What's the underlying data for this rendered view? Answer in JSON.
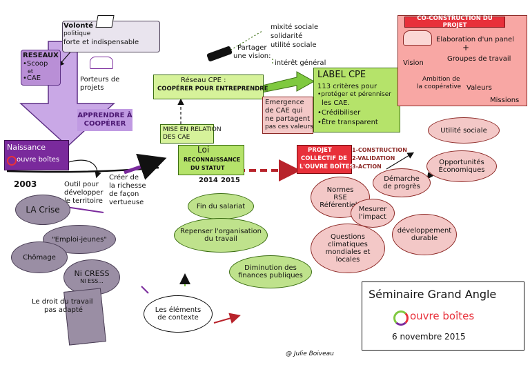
{
  "top_left": {
    "volonte": [
      "Volonté",
      "politique",
      "forte et indispensable"
    ],
    "reseaux": [
      "RESEAUX",
      "•Scoop",
      "et",
      "•CAE"
    ],
    "porteurs": [
      "Porteurs de",
      "projets"
    ],
    "apprendre": "APPRENDRE À COOPÉRER"
  },
  "timeline": {
    "naissance": "Naissance",
    "brand": "ouvre boîtes",
    "year_2003": "2003",
    "year_2014": "2014",
    "year_2015": "2015",
    "outil": [
      "Outil pour",
      "développer",
      "le territoire"
    ],
    "creer": [
      "Créer de",
      "la richesse",
      "de façon",
      "vertueuse"
    ],
    "mise_en_relation": [
      "MISE EN RELATION",
      "DES CAE"
    ],
    "loi": [
      "Loi",
      "RECONNAISSANCE",
      "DU STATUT"
    ]
  },
  "reseau_cpe": {
    "title": "Réseau CPE :",
    "subtitle": "COOPÉRER POUR ENTREPRENDRE",
    "partager": [
      "Partager",
      "une vision:"
    ],
    "vision_items": [
      "mixité sociale",
      "solidarité",
      "utilité sociale",
      "intérêt général"
    ]
  },
  "label_cpe": {
    "title": "LABEL CPE",
    "body": [
      "113 critères pour",
      "•protéger et pérenniser",
      "les CAE.",
      "•Crédibiliser",
      "•Être transparent"
    ],
    "emergence": [
      "Emergence",
      "de CAE qui",
      "ne partagent",
      "pas ces valeurs"
    ]
  },
  "coconstruction": {
    "title": "CO-CONSTRUCTION DU PROJET",
    "elaboration": "Elaboration d'un panel",
    "plus": "+",
    "groupes": "Groupes de travail",
    "vision": "Vision",
    "ambition": [
      "Ambition de",
      "la coopérative"
    ],
    "valeurs": "Valeurs",
    "missions": "Missions"
  },
  "projet_collectif": {
    "title": [
      "PROJET",
      "COLLECTIF DE",
      "L'OUVRE BOÎTES"
    ],
    "steps": [
      "1-CONSTRUCTION",
      "2-VALIDATION",
      "3-ACTION"
    ]
  },
  "right_clouds": {
    "utilite": "Utilité sociale",
    "opportunites": [
      "Opportunités",
      "Économiques"
    ],
    "demarche": [
      "Démarche",
      "de progrès"
    ],
    "normes": [
      "Normes",
      "RSE",
      "Référentiels"
    ],
    "mesurer": [
      "Mesurer",
      "l'impact"
    ],
    "questions": [
      "Questions",
      "climatiques",
      "mondiales et",
      "locales"
    ],
    "developpement": [
      "développement",
      "durable"
    ]
  },
  "context": {
    "la_crise": "LA Crise",
    "emplois_jeunes": "\"Emploi-jeunes\"",
    "chomage": "Chômage",
    "ni_cress": [
      "Ni CRESS",
      "NI ESS..."
    ],
    "droit_travail": [
      "Le droit du travail",
      "pas adapté"
    ],
    "fin_salariat": "Fin du salariat",
    "repenser": [
      "Repenser l'organisation",
      "du travail"
    ],
    "diminution": [
      "Diminution des",
      "finances publiques"
    ],
    "elements": [
      "Les éléments",
      "de contexte"
    ]
  },
  "seminaire": {
    "title": "Séminaire Grand Angle",
    "brand": "ouvre boîtes",
    "date": "6 novembre 2015"
  },
  "signature": "@ Julie Boiveau",
  "colors": {
    "purple": "#b98fd6",
    "violet": "#7a2a9c",
    "green": "#b5e36a",
    "red": "#e8303a",
    "salmon": "#f8a7a4",
    "grey": "#9a8ea4"
  }
}
